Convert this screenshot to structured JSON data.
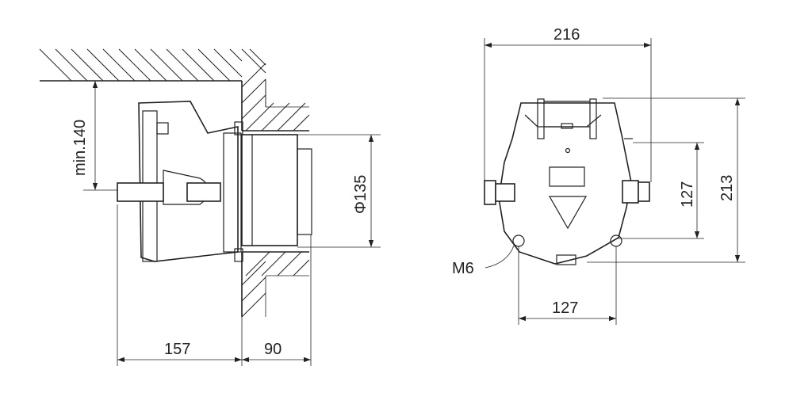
{
  "dimensions": {
    "side_min_height": "min.140",
    "side_diameter": "Φ135",
    "side_depth_body": "157",
    "side_depth_wall": "90",
    "front_width": "216",
    "front_height": "213",
    "front_mount_vertical": "127",
    "front_mount_horizontal": "127",
    "front_screw": "M6"
  }
}
